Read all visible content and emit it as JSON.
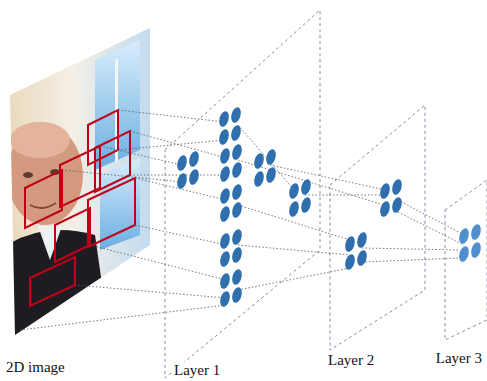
{
  "diagram": {
    "labels": [
      "2D image",
      "Layer 1",
      "Layer 2",
      "Layer 3"
    ]
  }
}
